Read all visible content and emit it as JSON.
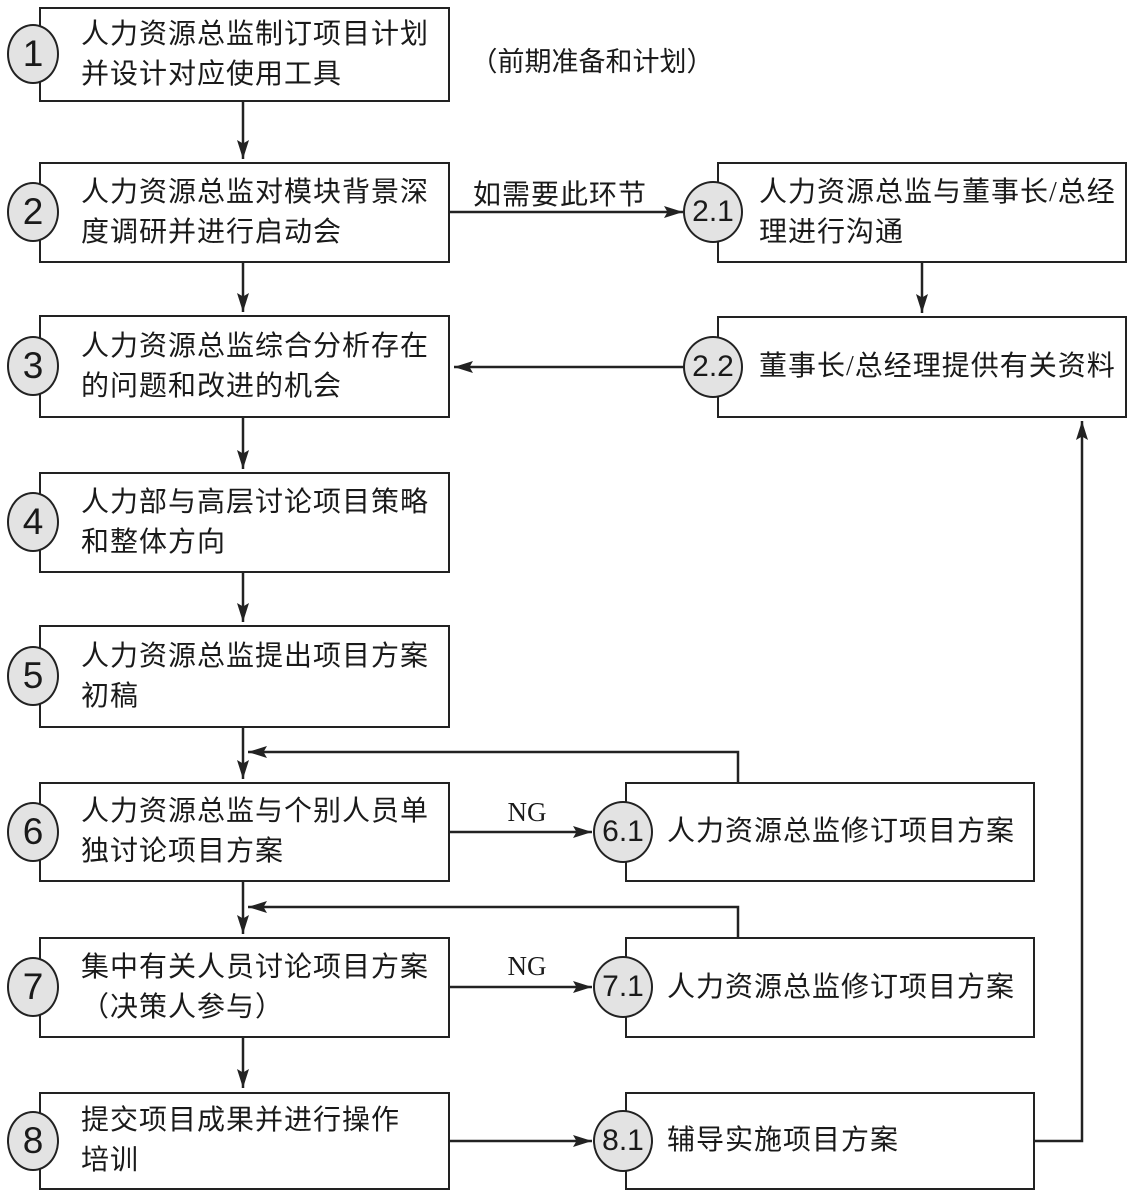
{
  "diagram": {
    "annotation": "（前期准备和计划）",
    "edge_labels": {
      "conditional": "如需要此环节",
      "ng_6": "NG",
      "ng_7": "NG"
    },
    "nodes": {
      "s1": {
        "num": "1",
        "text": "人力资源总监制订项目计划\n并设计对应使用工具"
      },
      "s2": {
        "num": "2",
        "text": "人力资源总监对模块背景深\n度调研并进行启动会"
      },
      "s2_1": {
        "num": "2.1",
        "text": "人力资源总监与董事长/总经\n理进行沟通"
      },
      "s2_2": {
        "num": "2.2",
        "text": "董事长/总经理提供有关资料"
      },
      "s3": {
        "num": "3",
        "text": "人力资源总监综合分析存在\n的问题和改进的机会"
      },
      "s4": {
        "num": "4",
        "text": "人力部与高层讨论项目策略\n和整体方向"
      },
      "s5": {
        "num": "5",
        "text": "人力资源总监提出项目方案\n初稿"
      },
      "s6": {
        "num": "6",
        "text": "人力资源总监与个别人员单\n独讨论项目方案"
      },
      "s6_1": {
        "num": "6.1",
        "text": "人力资源总监修订项目方案"
      },
      "s7": {
        "num": "7",
        "text": "集中有关人员讨论项目方案\n（决策人参与）"
      },
      "s7_1": {
        "num": "7.1",
        "text": "人力资源总监修订项目方案"
      },
      "s8": {
        "num": "8",
        "text": "提交项目成果并进行操作\n培训"
      },
      "s8_1": {
        "num": "8.1",
        "text": "辅导实施项目方案"
      }
    },
    "edges": [
      {
        "from": "1",
        "to": "2"
      },
      {
        "from": "2",
        "to": "2.1",
        "label": "如需要此环节"
      },
      {
        "from": "2",
        "to": "3"
      },
      {
        "from": "2.1",
        "to": "2.2"
      },
      {
        "from": "2.2",
        "to": "3"
      },
      {
        "from": "3",
        "to": "4"
      },
      {
        "from": "4",
        "to": "5"
      },
      {
        "from": "5",
        "to": "6"
      },
      {
        "from": "6",
        "to": "6.1",
        "label": "NG"
      },
      {
        "from": "6.1",
        "to": "6"
      },
      {
        "from": "6",
        "to": "7"
      },
      {
        "from": "7",
        "to": "7.1",
        "label": "NG"
      },
      {
        "from": "7.1",
        "to": "7"
      },
      {
        "from": "7",
        "to": "8"
      },
      {
        "from": "8",
        "to": "8.1"
      },
      {
        "from": "8.1",
        "to": "2.2"
      }
    ],
    "colors": {
      "line": "#222222",
      "circle_fill": "#e3e3e3",
      "box_fill": "#ffffff",
      "text": "#1a1a1a",
      "background": "#ffffff"
    }
  }
}
